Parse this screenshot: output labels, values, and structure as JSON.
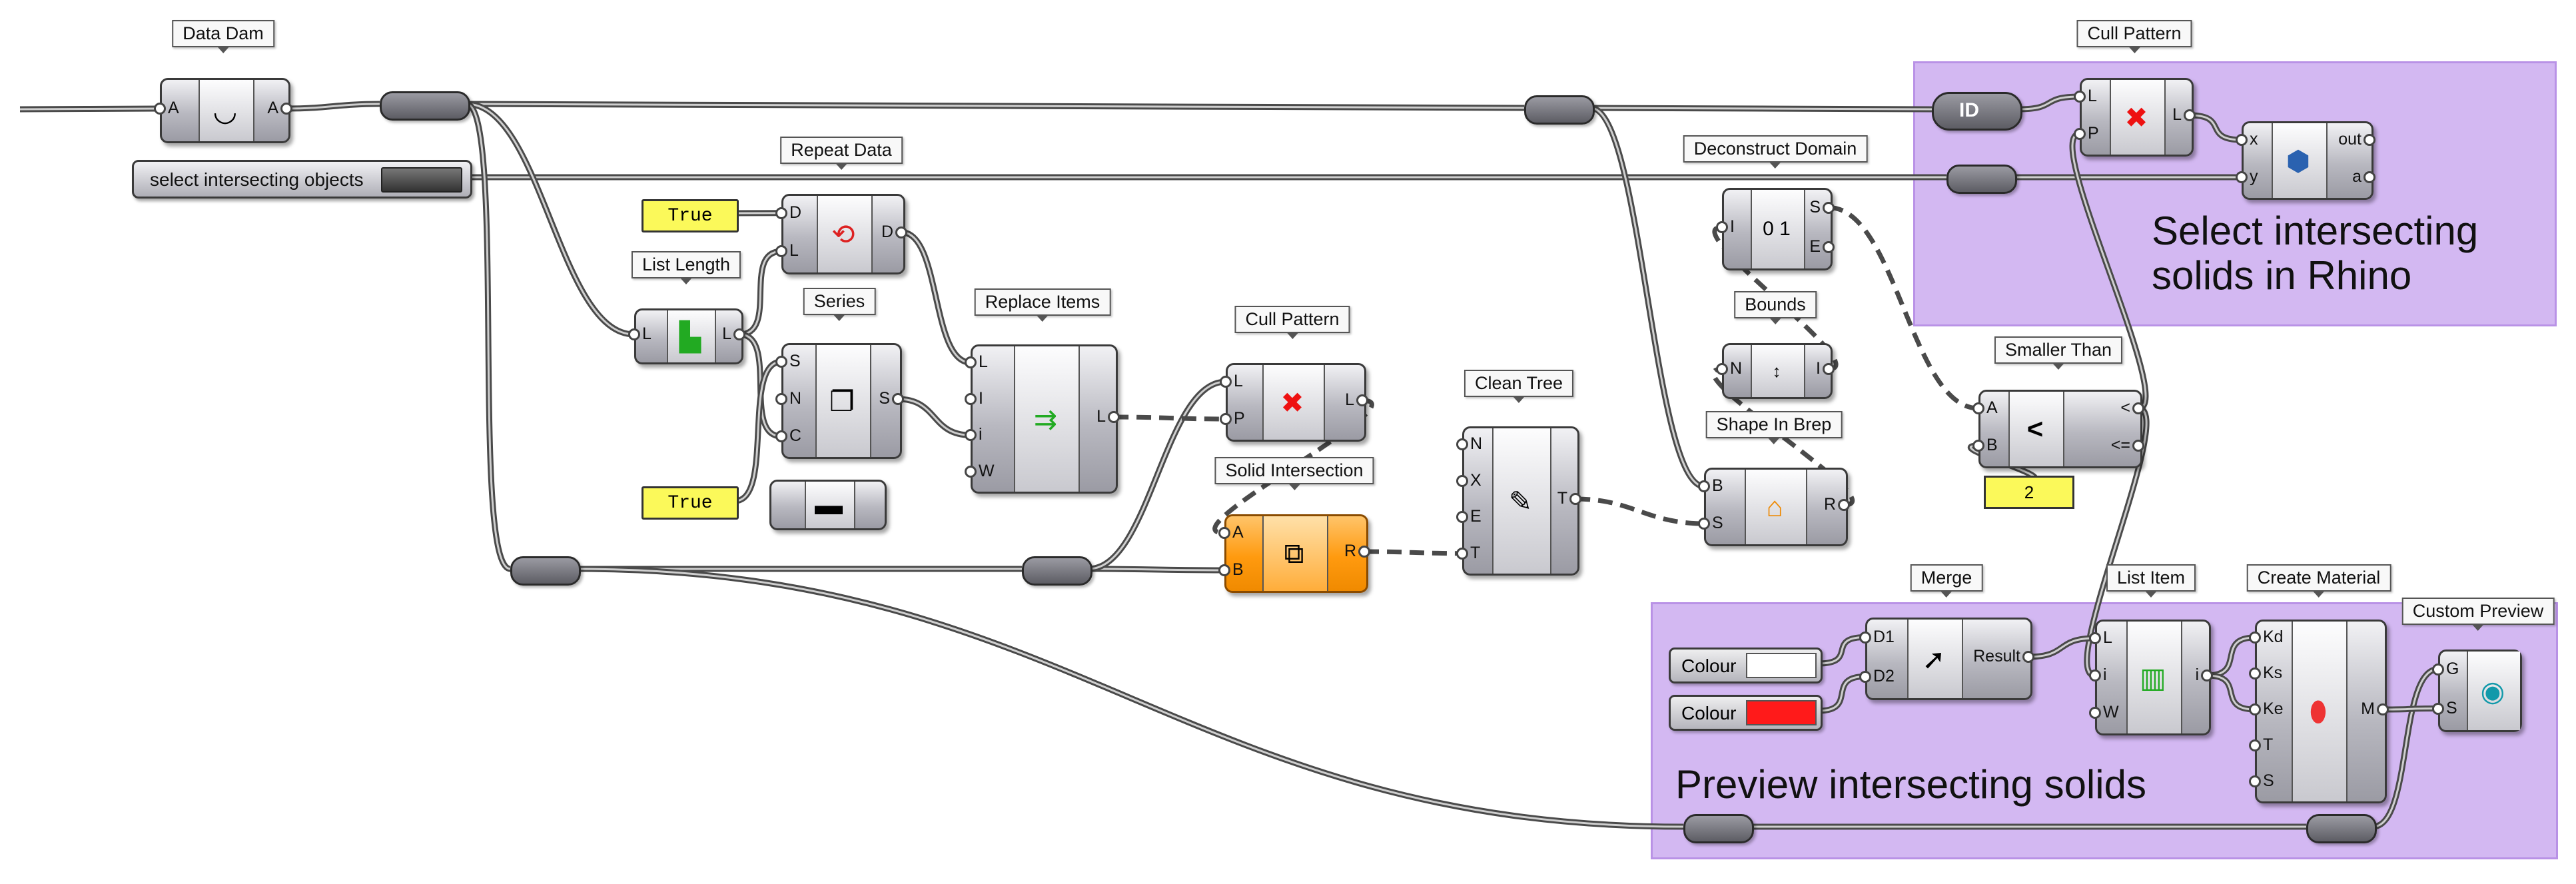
{
  "groups": {
    "select": {
      "label": "Select intersecting\nsolids in Rhino",
      "fill": "#d3b8f2"
    },
    "preview": {
      "label": "Preview intersecting solids",
      "fill": "#d3b8f2"
    }
  },
  "components": {
    "data_dam": {
      "title": "Data Dam",
      "in": [
        "A"
      ],
      "out": [
        "A"
      ],
      "icon": "data-dam-icon"
    },
    "repeat_data": {
      "title": "Repeat Data",
      "in": [
        "D",
        "L"
      ],
      "out": [
        "D"
      ],
      "icon": "repeat-icon"
    },
    "list_length": {
      "title": "List Length",
      "in": [
        "L"
      ],
      "out": [
        "L"
      ],
      "icon": "list-length-icon"
    },
    "series": {
      "title": "Series",
      "in": [
        "S",
        "N",
        "C"
      ],
      "out": [
        "S"
      ],
      "icon": "series-icon"
    },
    "replace_items": {
      "title": "Replace Items",
      "in": [
        "L",
        "I",
        "i",
        "W"
      ],
      "out": [
        "L"
      ],
      "icon": "replace-icon"
    },
    "cull_pattern_1": {
      "title": "Cull Pattern",
      "in": [
        "L",
        "P"
      ],
      "out": [
        "L"
      ],
      "icon": "cull-icon"
    },
    "solid_intersection": {
      "title": "Solid Intersection",
      "in": [
        "A",
        "B"
      ],
      "out": [
        "R"
      ],
      "icon": "solid-intersection-icon"
    },
    "clean_tree": {
      "title": "Clean Tree",
      "in": [
        "N",
        "X",
        "E",
        "T"
      ],
      "out": [
        "T"
      ],
      "icon": "clean-tree-icon"
    },
    "deconstruct_domain": {
      "title": "Deconstruct Domain",
      "in": [
        "I"
      ],
      "out": [
        "S",
        "E"
      ],
      "icon": "domain-icon"
    },
    "bounds": {
      "title": "Bounds",
      "in": [
        "N"
      ],
      "out": [
        "I"
      ],
      "icon": "bounds-icon"
    },
    "shape_in_brep": {
      "title": "Shape In Brep",
      "in": [
        "B",
        "S"
      ],
      "out": [
        "R"
      ],
      "icon": "shape-in-brep-icon"
    },
    "cull_pattern_2": {
      "title": "Cull Pattern",
      "in": [
        "L",
        "P"
      ],
      "out": [
        "L"
      ],
      "icon": "cull-icon"
    },
    "python": {
      "title": "",
      "in": [
        "x",
        "y"
      ],
      "out": [
        "out",
        "a"
      ],
      "icon": "python-icon"
    },
    "smaller_than": {
      "title": "Smaller Than",
      "in": [
        "A",
        "B"
      ],
      "out": [
        "<",
        "<="
      ],
      "icon": "less-than-icon"
    },
    "merge": {
      "title": "Merge",
      "in": [
        "D1",
        "D2"
      ],
      "out": [
        "Result"
      ],
      "icon": "merge-icon"
    },
    "list_item": {
      "title": "List Item",
      "in": [
        "L",
        "i",
        "W"
      ],
      "out": [
        "i"
      ],
      "icon": "list-item-icon"
    },
    "create_material": {
      "title": "Create Material",
      "in": [
        "Kd",
        "Ks",
        "Ke",
        "T",
        "S"
      ],
      "out": [
        "M"
      ],
      "icon": "material-icon"
    },
    "custom_preview": {
      "title": "Custom Preview",
      "in": [
        "G",
        "S"
      ],
      "out": [],
      "icon": "preview-icon"
    }
  },
  "params": {
    "id_label": "ID",
    "button_label": "select intersecting objects",
    "bool1": "True",
    "bool2": "True",
    "number": "2",
    "colour_label": "Colour",
    "colour1": "#ffffff",
    "colour2": "#ff0000"
  },
  "colors": {
    "wire": "#4a4a4a",
    "wire_fill": "#cfcfcf",
    "selected": "#ff9a0f",
    "panel": "#fbf95a"
  }
}
